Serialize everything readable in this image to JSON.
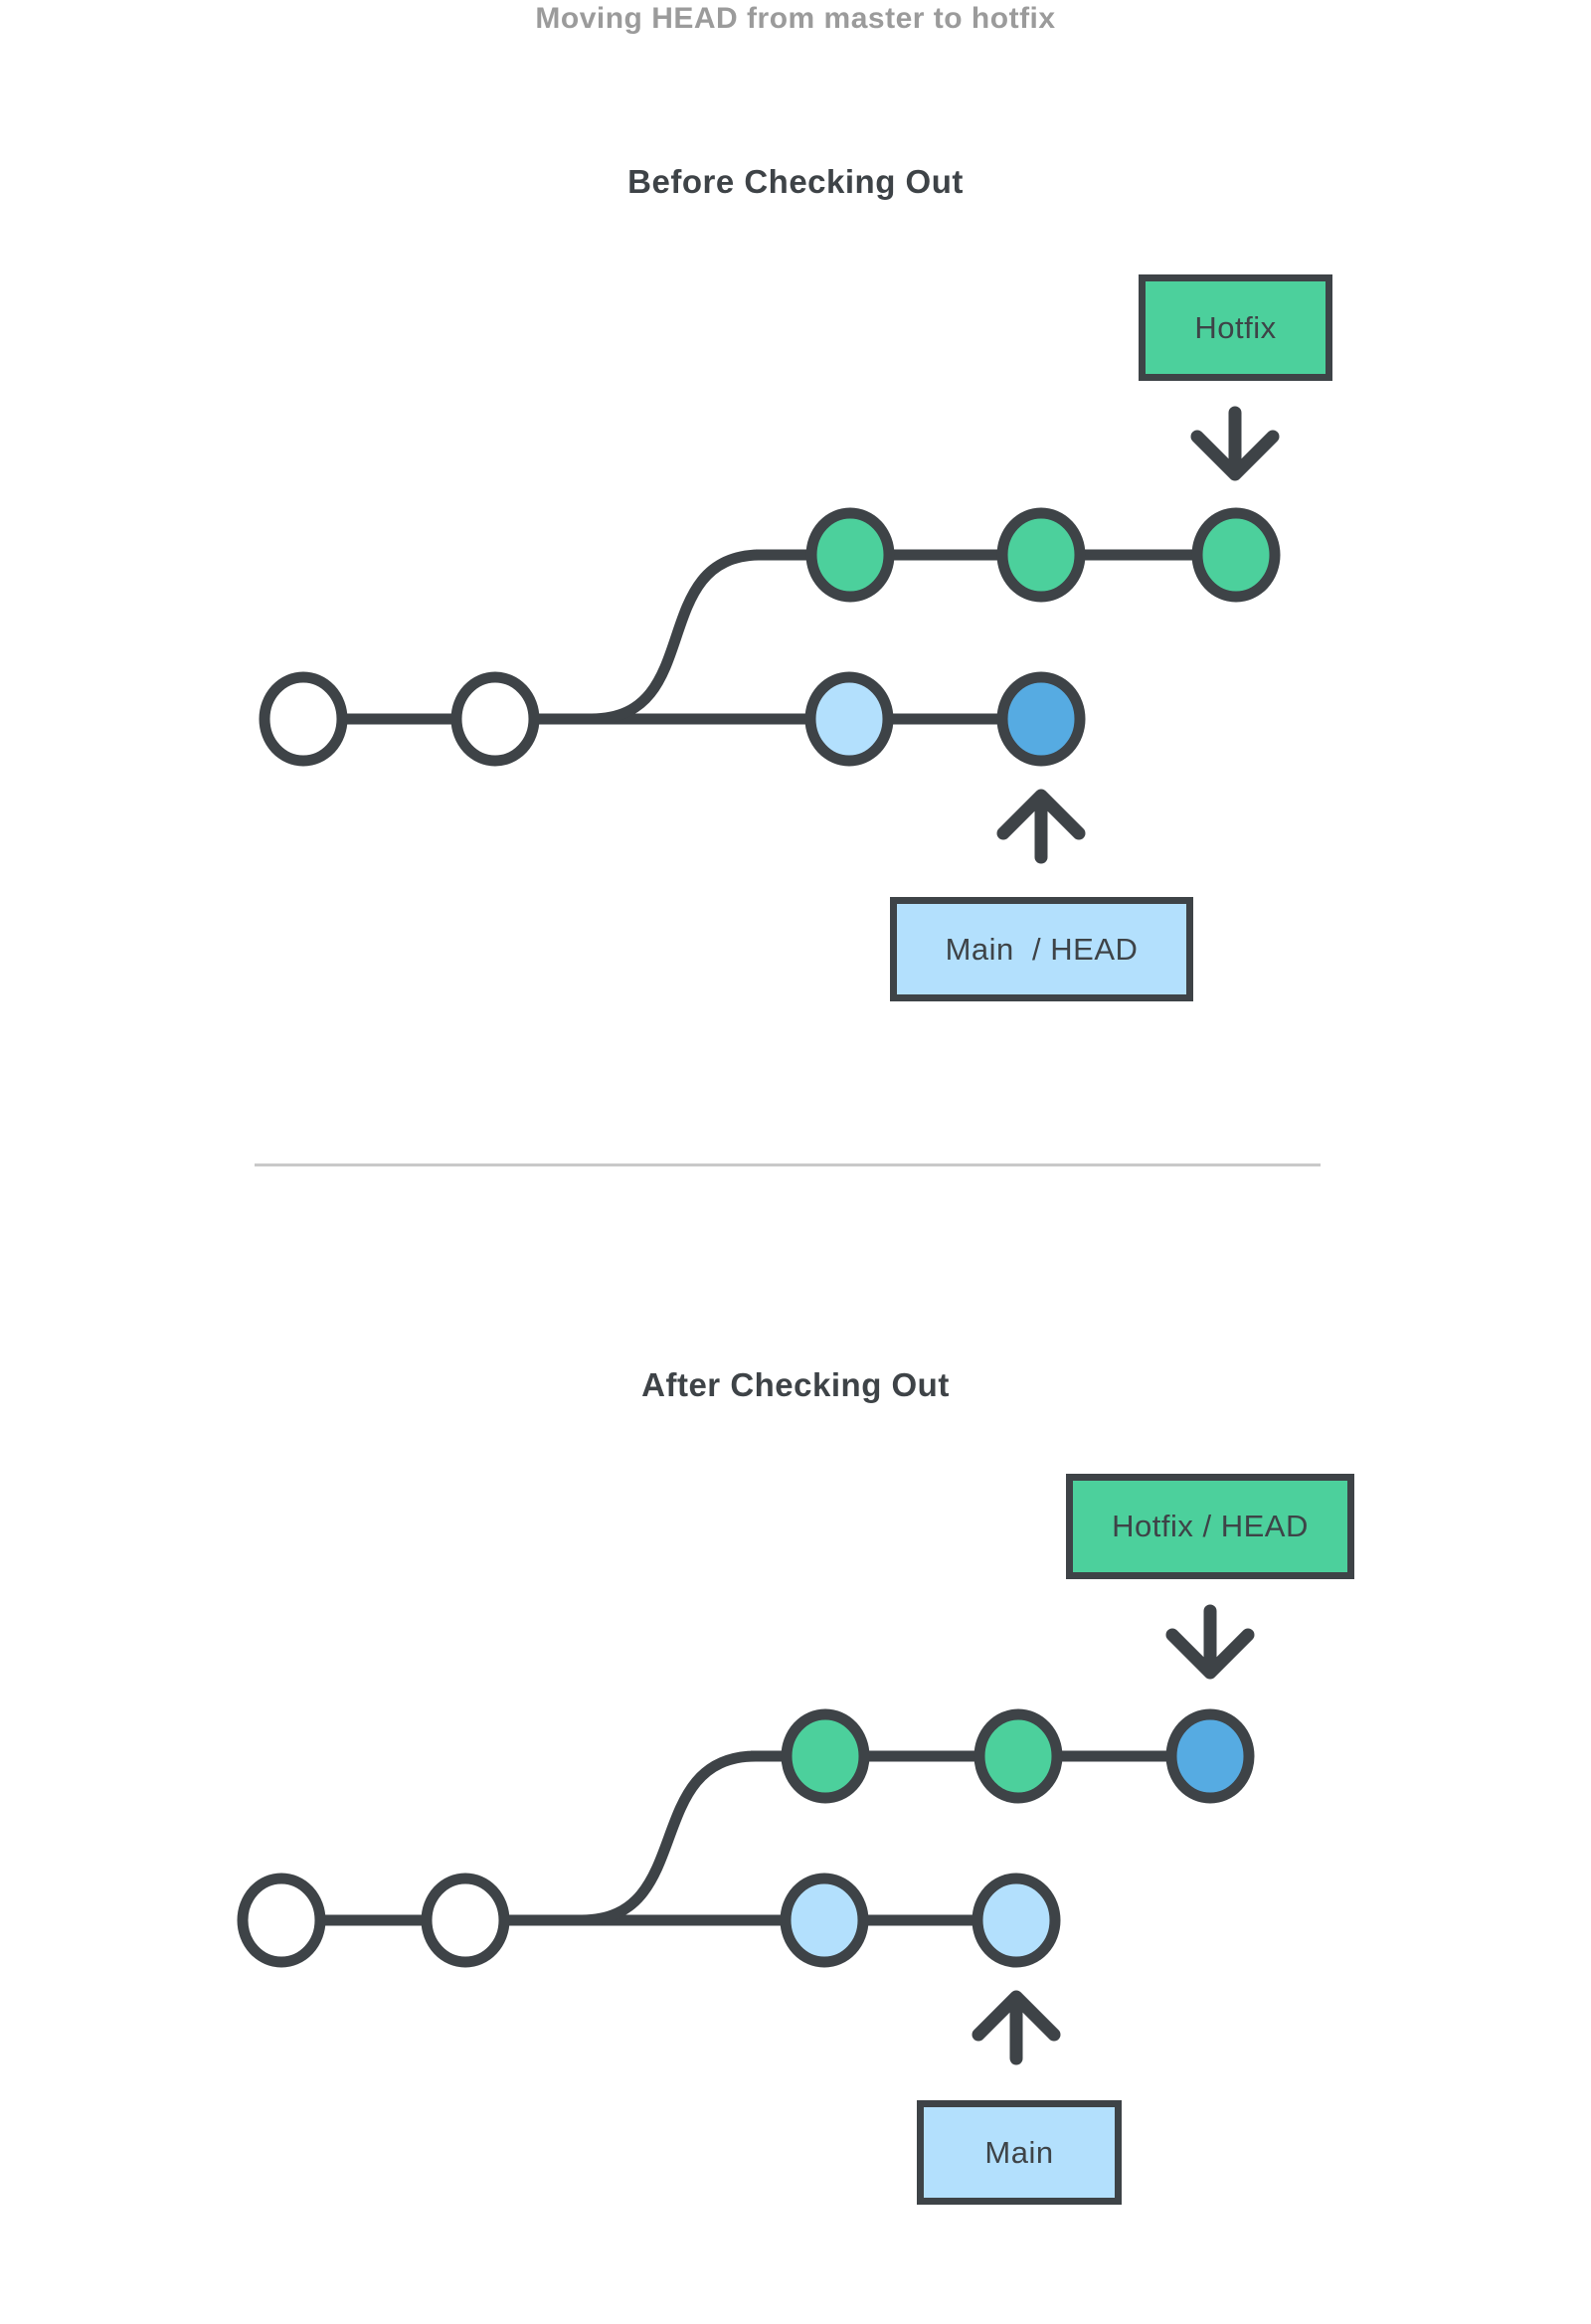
{
  "page": {
    "title": "Moving HEAD from master to hotfix"
  },
  "colors": {
    "charcoal_stroke": "#3E4347",
    "title_gray": "#9B9B9B",
    "commit_green": "#4CD09C",
    "head_blue": "#56ABE2",
    "light_blue": "#B3E0FD",
    "commit_white": "#FFFFFF",
    "divider_gray": "#C9C9C9"
  },
  "before": {
    "heading": "Before Checking Out",
    "hotfix_box_label": "Hotfix",
    "main_box_label": "Main  / HEAD",
    "hotfix_branch_commits": [
      "green",
      "green",
      "green"
    ],
    "main_branch_commits": [
      "white",
      "white",
      "light-blue",
      "blue-HEAD"
    ]
  },
  "after": {
    "heading": "After Checking Out",
    "hotfix_box_label": "Hotfix / HEAD",
    "main_box_label": "Main",
    "hotfix_branch_commits": [
      "green",
      "green",
      "blue-HEAD"
    ],
    "main_branch_commits": [
      "white",
      "white",
      "light-blue",
      "light-blue"
    ]
  }
}
